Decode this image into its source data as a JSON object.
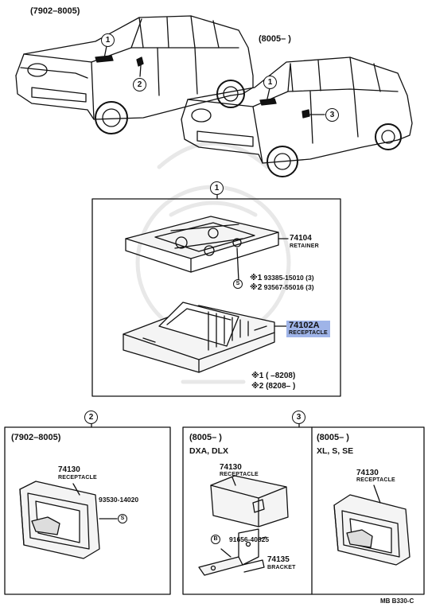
{
  "header": {
    "era_left": "(7902–8005)",
    "era_right": "(8005–      )"
  },
  "callouts": {
    "c1": "1",
    "c2": "2",
    "c3": "3"
  },
  "section1": {
    "title": "1",
    "retainer": {
      "part_no": "74104",
      "name": "RETAINER"
    },
    "screw_symbol": "S",
    "screws": [
      {
        "mark": "※1",
        "part_no": "93385-15010 (3)"
      },
      {
        "mark": "※2",
        "part_no": "93567-55016 (3)"
      }
    ],
    "receptacle": {
      "part_no": "74102A",
      "name": "RECEPTACLE"
    },
    "notes": [
      {
        "mark": "※1",
        "range": "(      –8208)"
      },
      {
        "mark": "※2",
        "range": "(8208–      )"
      }
    ]
  },
  "section2": {
    "title": "2",
    "era": "(7902–8005)",
    "receptacle": {
      "part_no": "74130",
      "name": "RECEPTACLE"
    },
    "screw_symbol": "S",
    "screw_part_no": "93530-14020"
  },
  "section3": {
    "title": "3",
    "left": {
      "era": "(8005–      )",
      "grades": "DXA, DLX",
      "receptacle": {
        "part_no": "74130",
        "name": "RECEPTACLE"
      },
      "bolt_symbol": "B",
      "bolt_part_no": "91656-40825",
      "bracket": {
        "part_no": "74135",
        "name": "BRACKET"
      }
    },
    "right": {
      "era": "(8005–      )",
      "grades": "XL, S, SE",
      "receptacle": {
        "part_no": "74130",
        "name": "RECEPTACLE"
      }
    }
  },
  "footer": {
    "code": "MB  B330-C"
  }
}
